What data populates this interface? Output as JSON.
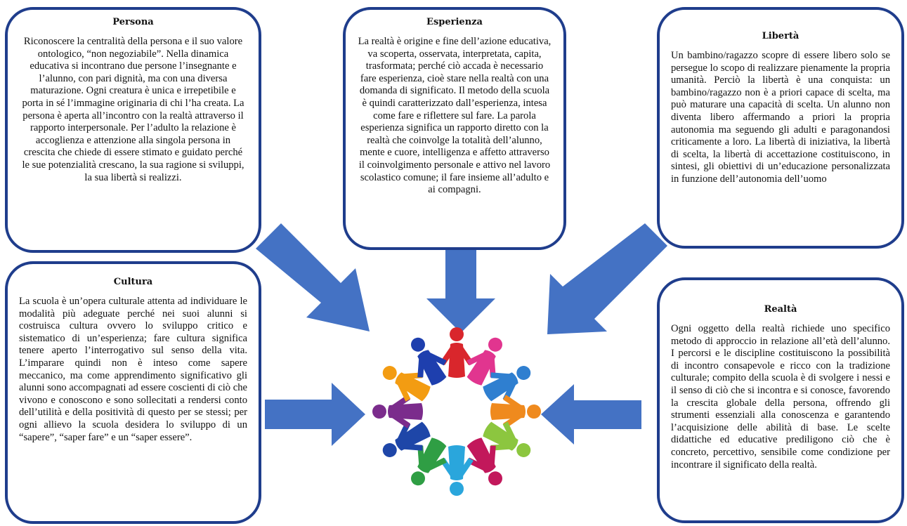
{
  "boxes": {
    "persona": {
      "title": "Persona",
      "text": "Riconoscere la centralità della persona e il suo valore ontologico, “non negoziabile”. Nella dinamica educativa si incontrano due persone l’insegnante e l’alunno, con pari dignità, ma con una diversa maturazione. Ogni creatura è unica e irrepetibile e porta in sé l’immagine originaria di chi l’ha creata. La persona è aperta all’incontro con la realtà attraverso il rapporto interpersonale. Per l’adulto la relazione è accoglienza e attenzione alla singola persona in crescita che chiede di essere stimato e guidato perché le sue potenzialità crescano, la sua ragione si sviluppi, la sua libertà si realizzi."
    },
    "esperienza": {
      "title": "Esperienza",
      "text": "La realtà è origine e fine dell’azione educativa, va scoperta, osservata, interpretata, capita, trasformata; perché ciò accada è necessario fare esperienza, cioè stare nella realtà con una domanda di significato. Il metodo della scuola è quindi caratterizzato dall’esperienza, intesa come fare e riflettere sul fare. La parola esperienza significa un rapporto diretto con la realtà che coinvolge la totalità dell’alunno, mente e cuore, intelligenza e affetto attraverso il coinvolgimento personale e attivo nel lavoro scolastico comune; il fare insieme all’adulto e ai compagni."
    },
    "liberta": {
      "title": "Libertà",
      "text": "Un bambino/ragazzo scopre di essere libero solo se persegue lo scopo di realizzare pienamente la propria umanità. Perciò la libertà è una conquista: un bambino/ragazzo non è a priori capace di scelta, ma può maturare una capacità di scelta. Un alunno non diventa libero affermando a priori la propria autonomia ma seguendo gli adulti e paragonandosi criticamente a loro. La libertà di iniziativa, la libertà di scelta, la libertà di accettazione costituiscono, in sintesi, gli obiettivi di un’educazione personalizzata in funzione dell’autonomia dell’uomo"
    },
    "cultura": {
      "title": "Cultura",
      "text": "La scuola è un’opera culturale attenta ad individuare le modalità più adeguate perché nei suoi alunni si costruisca cultura ovvero lo sviluppo critico e sistematico di un’esperienza; fare cultura significa tenere aperto l’interrogativo sul senso della vita. L’imparare quindi non è inteso come sapere meccanico, ma come apprendimento significativo gli alunni sono accompagnati ad essere coscienti di ciò che vivono e conoscono e sono sollecitati a rendersi conto dell’utilità e della positività di questo per se stessi; per ogni allievo la scuola desidera lo sviluppo di un “sapere”, “saper fare” e un “saper essere”."
    },
    "realta": {
      "title": "Realtà",
      "text": "Ogni oggetto della realtà richiede uno specifico metodo di approccio in relazione all’età dell’alunno. I percorsi e le discipline costituiscono la possibilità di incontro consapevole e ricco con la tradizione culturale; compito della scuola è di svolgere i nessi e il senso di ciò che si incontra e si conosce, favorendo la crescita globale della persona, offrendo gli strumenti essenziali alla conoscenza e garantendo l’acquisizione delle abilità di base. Le scelte didattiche ed educative prediligono ciò che è concreto, percettivo, sensibile come condizione per incontrare il significato della realtà."
    }
  },
  "colors": {
    "border": "#1f3d8c",
    "arrow": "#4472c4",
    "people": [
      "#d9262c",
      "#e1358f",
      "#2f7fd0",
      "#2f9e44",
      "#8cc63f",
      "#f39c12",
      "#ef8a1e",
      "#1e46a8",
      "#7b2c8c",
      "#2aa6dc",
      "#c2185b",
      "#1e3fae"
    ]
  },
  "icons": [
    "people-circle-icon",
    "arrow-icon"
  ]
}
